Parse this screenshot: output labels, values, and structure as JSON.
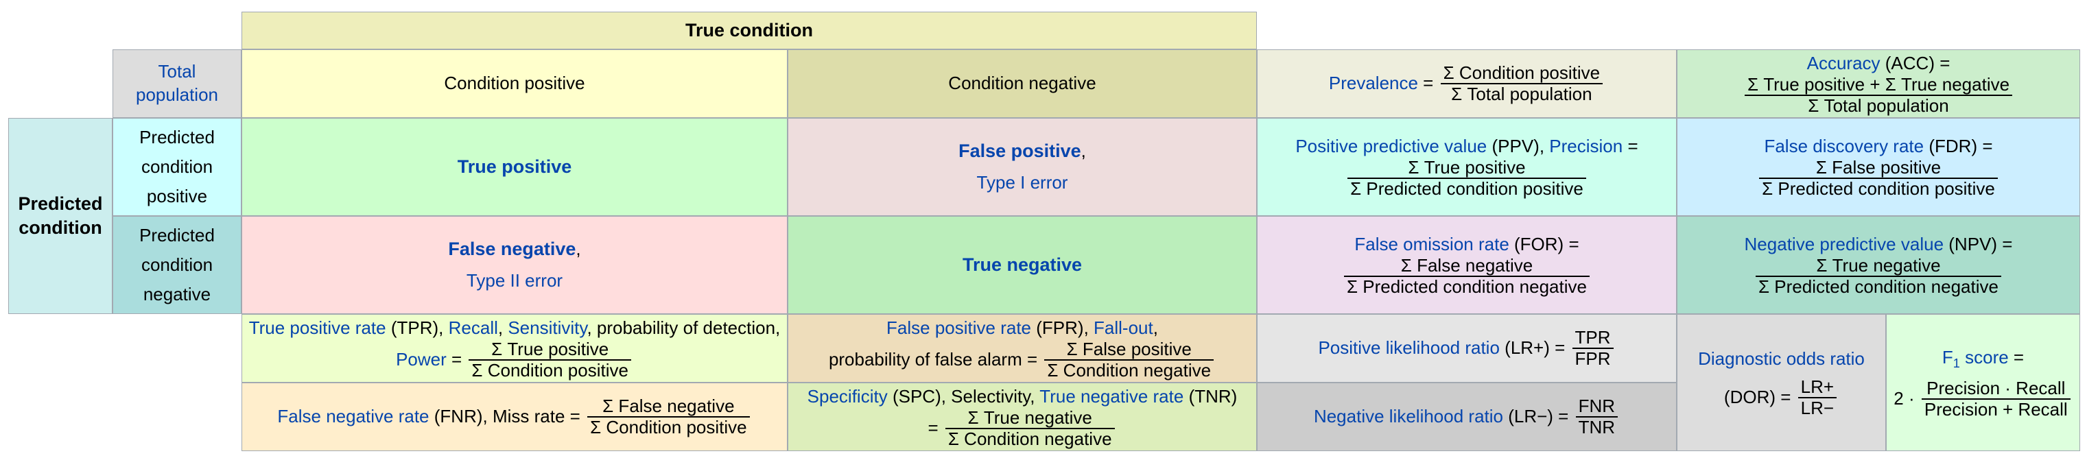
{
  "true_condition": "True condition",
  "predicted_condition": "Predicted condition",
  "total_population": "Total population",
  "condition_positive": "Condition positive",
  "condition_negative": "Condition negative",
  "predicted_condition_positive": "Predicted condition positive",
  "predicted_condition_negative": "Predicted condition negative",
  "true_positive": "True positive",
  "false_positive": "False positive",
  "type_i_error": "Type I error",
  "false_negative": "False negative",
  "type_ii_error": "Type II error",
  "true_negative": "True negative",
  "prevalence": {
    "name": "Prevalence",
    "num": "Σ Condition positive",
    "den": "Σ Total population"
  },
  "accuracy": {
    "name": "Accuracy",
    "abbr": "(ACC) =",
    "num": "Σ True positive + Σ True negative",
    "den": "Σ Total population"
  },
  "ppv": {
    "name": "Positive predictive value",
    "abbr": "(PPV),",
    "alt": "Precision",
    "num": "Σ True positive",
    "den": "Σ Predicted condition positive"
  },
  "fdr": {
    "name": "False discovery rate",
    "abbr": "(FDR) =",
    "num": "Σ False positive",
    "den": "Σ Predicted condition positive"
  },
  "for": {
    "name": "False omission rate",
    "abbr": "(FOR) =",
    "num": "Σ False negative",
    "den": "Σ Predicted condition negative"
  },
  "npv": {
    "name": "Negative predictive value",
    "abbr": "(NPV) =",
    "num": "Σ True negative",
    "den": "Σ Predicted condition negative"
  },
  "tpr": {
    "name": "True positive rate",
    "abbr": "(TPR),",
    "recall": "Recall",
    "sensitivity": "Sensitivity",
    "rest": ", probability of detection,",
    "power": "Power",
    "num": "Σ True positive",
    "den": "Σ Condition positive"
  },
  "fpr": {
    "name": "False positive rate",
    "abbr": "(FPR),",
    "fallout": "Fall-out",
    "rest": "probability of false alarm =",
    "num": "Σ False positive",
    "den": "Σ Condition negative"
  },
  "fnr": {
    "name": "False negative rate",
    "abbr": "(FNR), Miss rate =",
    "num": "Σ False negative",
    "den": "Σ Condition positive"
  },
  "spc": {
    "name": "Specificity",
    "abbr": "(SPC), Selectivity,",
    "tnr": "True negative rate",
    "tnr_abbr": "(TNR)",
    "num": "Σ True negative",
    "den": "Σ Condition negative"
  },
  "lrp": {
    "name": "Positive likelihood ratio",
    "abbr": "(LR+) =",
    "num": "TPR",
    "den": "FPR"
  },
  "lrn": {
    "name": "Negative likelihood ratio",
    "abbr": "(LR−) =",
    "num": "FNR",
    "den": "TNR"
  },
  "dor": {
    "name": "Diagnostic odds ratio",
    "abbr": "(DOR) =",
    "num": "LR+",
    "den": "LR−"
  },
  "f1": {
    "name": "F",
    "sub": "1",
    "suffix": "score",
    "prefix": "2 ·",
    "num": "Precision · Recall",
    "den": "Precision + Recall"
  },
  "colors": {
    "header_tan": "#eeeebb",
    "total_gray": "#dddddd",
    "cond_pos": "#ffffcc",
    "cond_neg": "#ddddaa",
    "pred_cyan": "#cceeee",
    "pred_pos": "#ccffff",
    "pred_neg": "#aadddd",
    "tp": "#ccffcc",
    "fp": "#eedddd",
    "fn": "#ffdddd",
    "tn": "#bbeebb",
    "prev": "#eeeedd",
    "acc": "#cceecc",
    "ppv": "#ccffee",
    "fdr": "#cceeff",
    "for": "#eeddee",
    "npv": "#aaddcc",
    "tpr": "#eeffcc",
    "fpr": "#eeddbb",
    "fnr": "#ffeecc",
    "spc": "#ddeebb",
    "lrp": "#e5e5e5",
    "lrn": "#cccccc",
    "dor": "#dddddd",
    "f1": "#ddffdd",
    "link": "#0645ad",
    "border": "#a2a9b1"
  }
}
